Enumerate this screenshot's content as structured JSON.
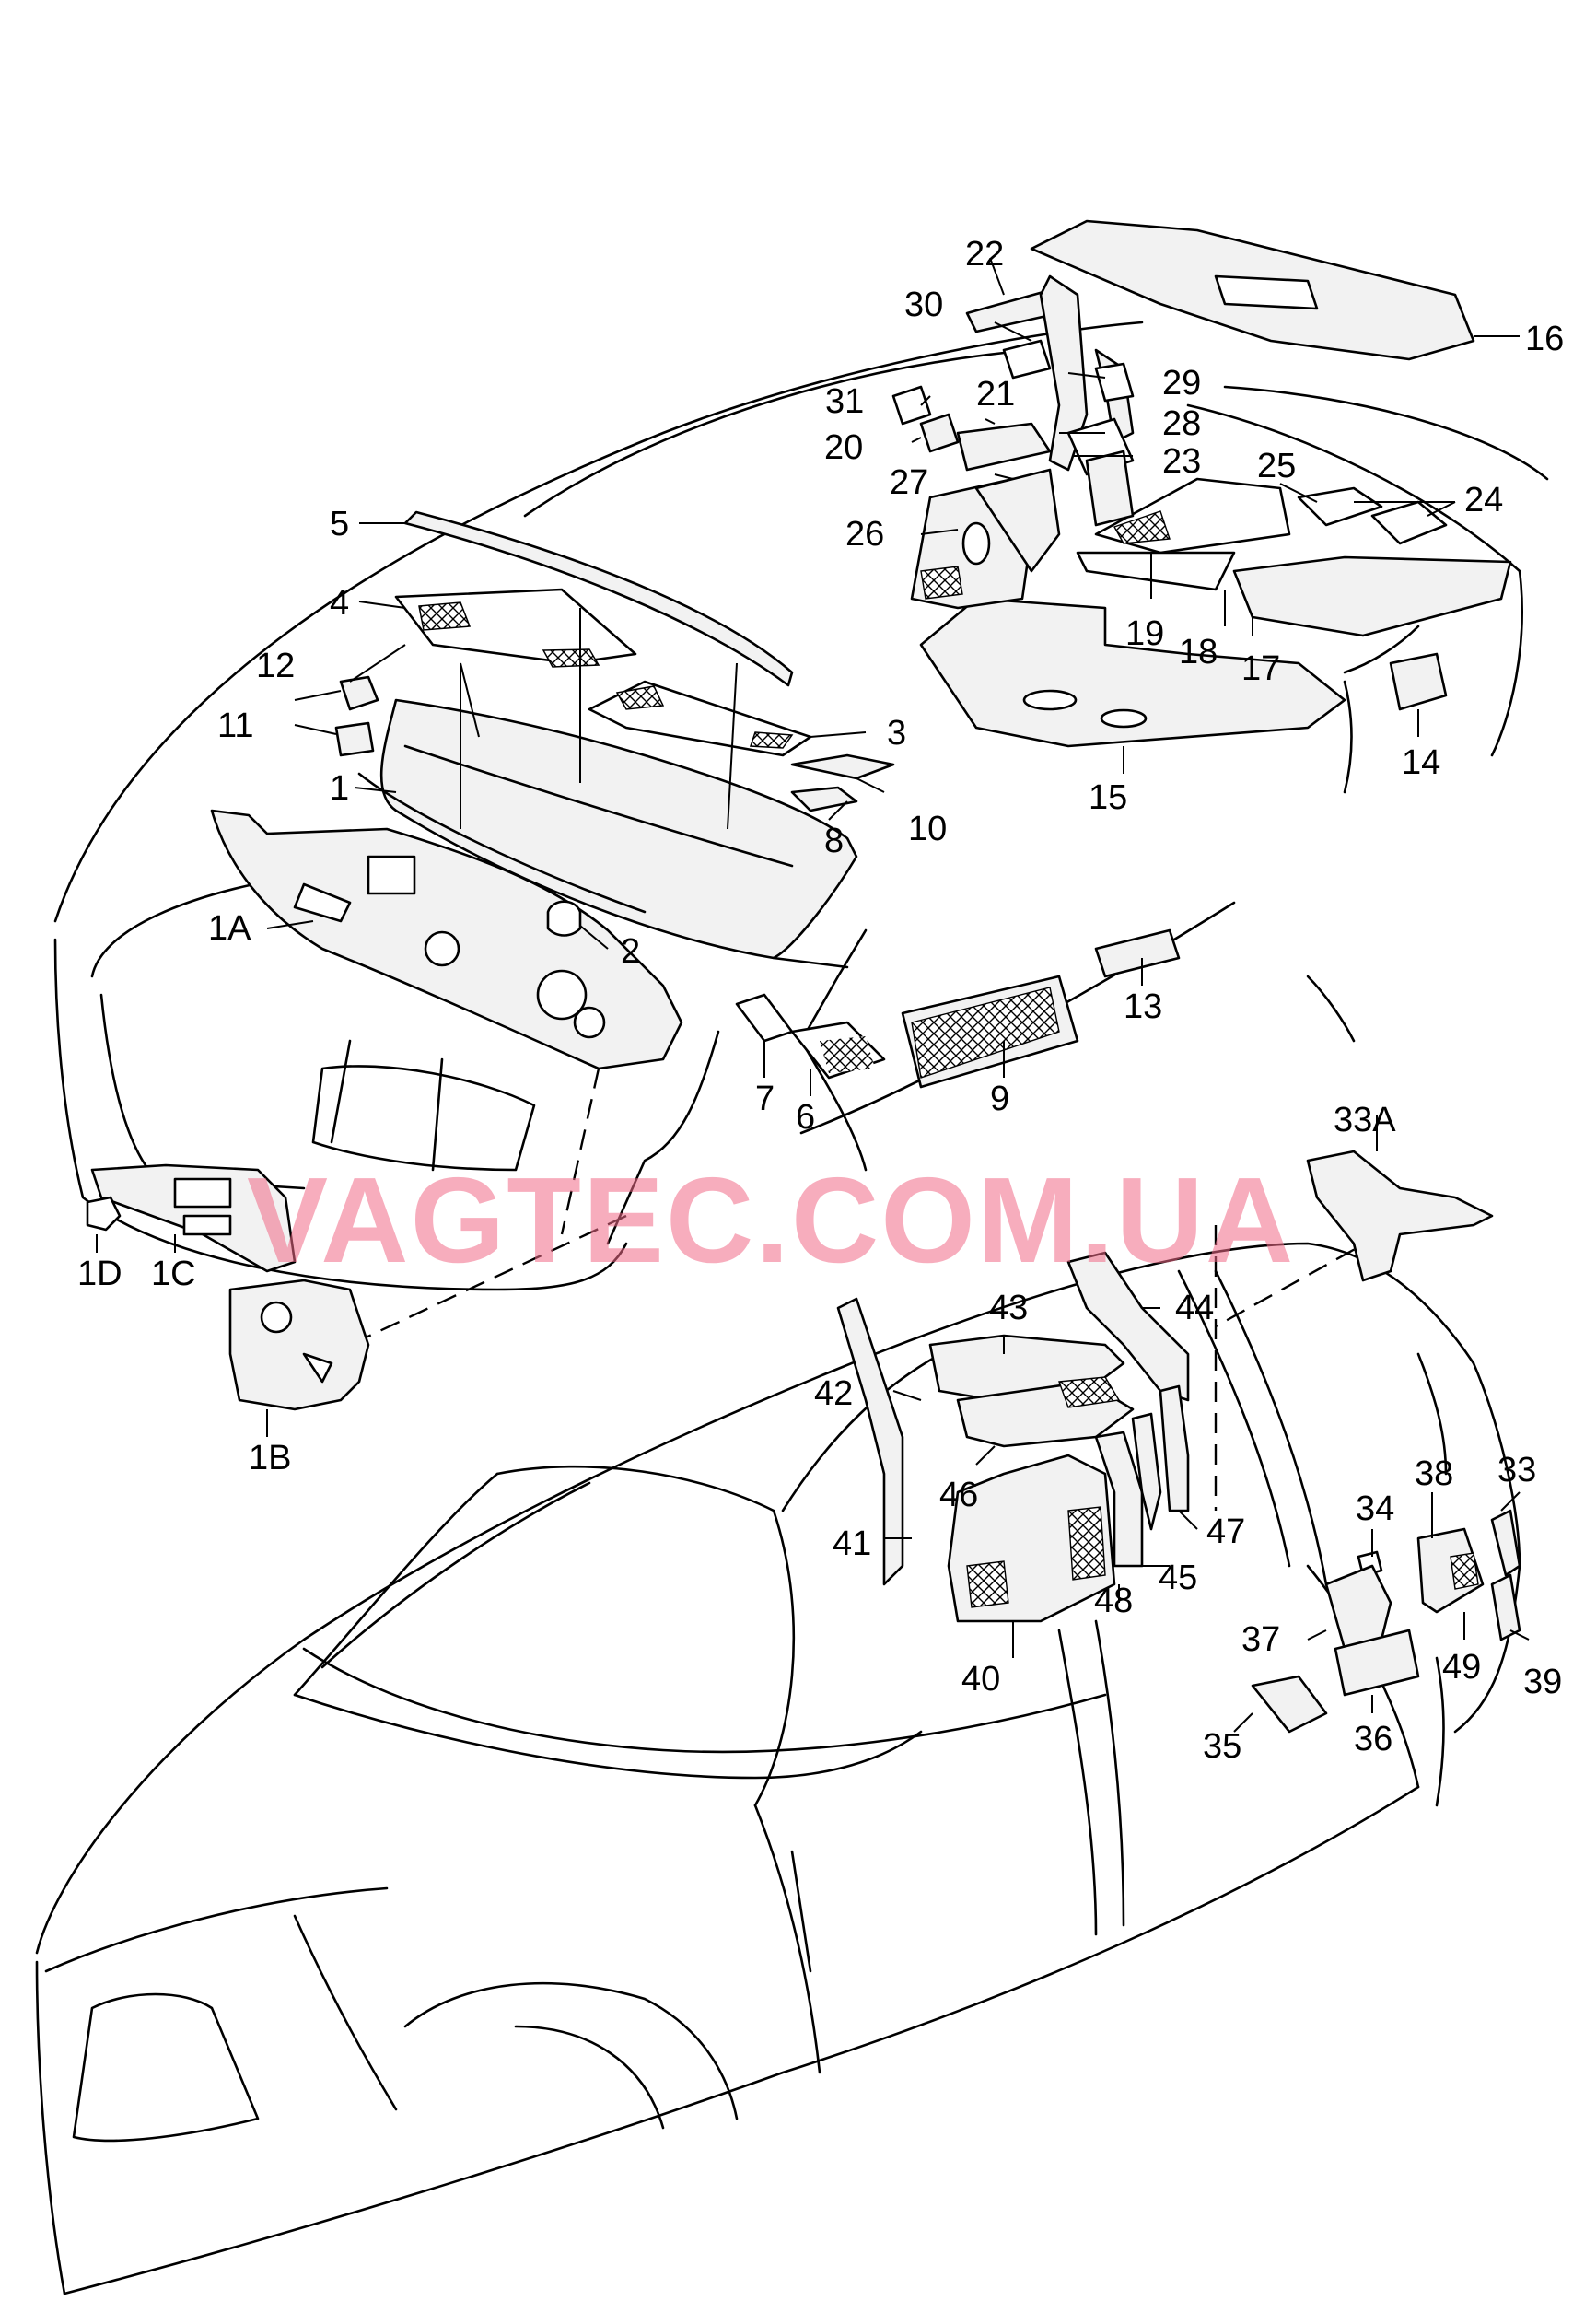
{
  "watermark": "VAGTEC.COM.UA",
  "colors": {
    "line": "#000000",
    "watermark": "#f06a86",
    "background": "#ffffff"
  },
  "labels": {
    "l1": "1",
    "l1A": "1A",
    "l1B": "1B",
    "l1C": "1C",
    "l1D": "1D",
    "l2": "2",
    "l3": "3",
    "l4": "4",
    "l5": "5",
    "l6": "6",
    "l7": "7",
    "l8": "8",
    "l9": "9",
    "l10": "10",
    "l11": "11",
    "l12": "12",
    "l13": "13",
    "l14": "14",
    "l15": "15",
    "l16": "16",
    "l17": "17",
    "l18": "18",
    "l19": "19",
    "l20": "20",
    "l21": "21",
    "l22": "22",
    "l23": "23",
    "l24": "24",
    "l25": "25",
    "l26": "26",
    "l27": "27",
    "l28": "28",
    "l29": "29",
    "l30": "30",
    "l31": "31",
    "l33": "33",
    "l33A": "33A",
    "l34": "34",
    "l35": "35",
    "l36": "36",
    "l37": "37",
    "l38": "38",
    "l39": "39",
    "l40": "40",
    "l41": "41",
    "l42": "42",
    "l43": "43",
    "l44": "44",
    "l45": "45",
    "l46": "46",
    "l47": "47",
    "l48": "48",
    "l49": "49"
  }
}
